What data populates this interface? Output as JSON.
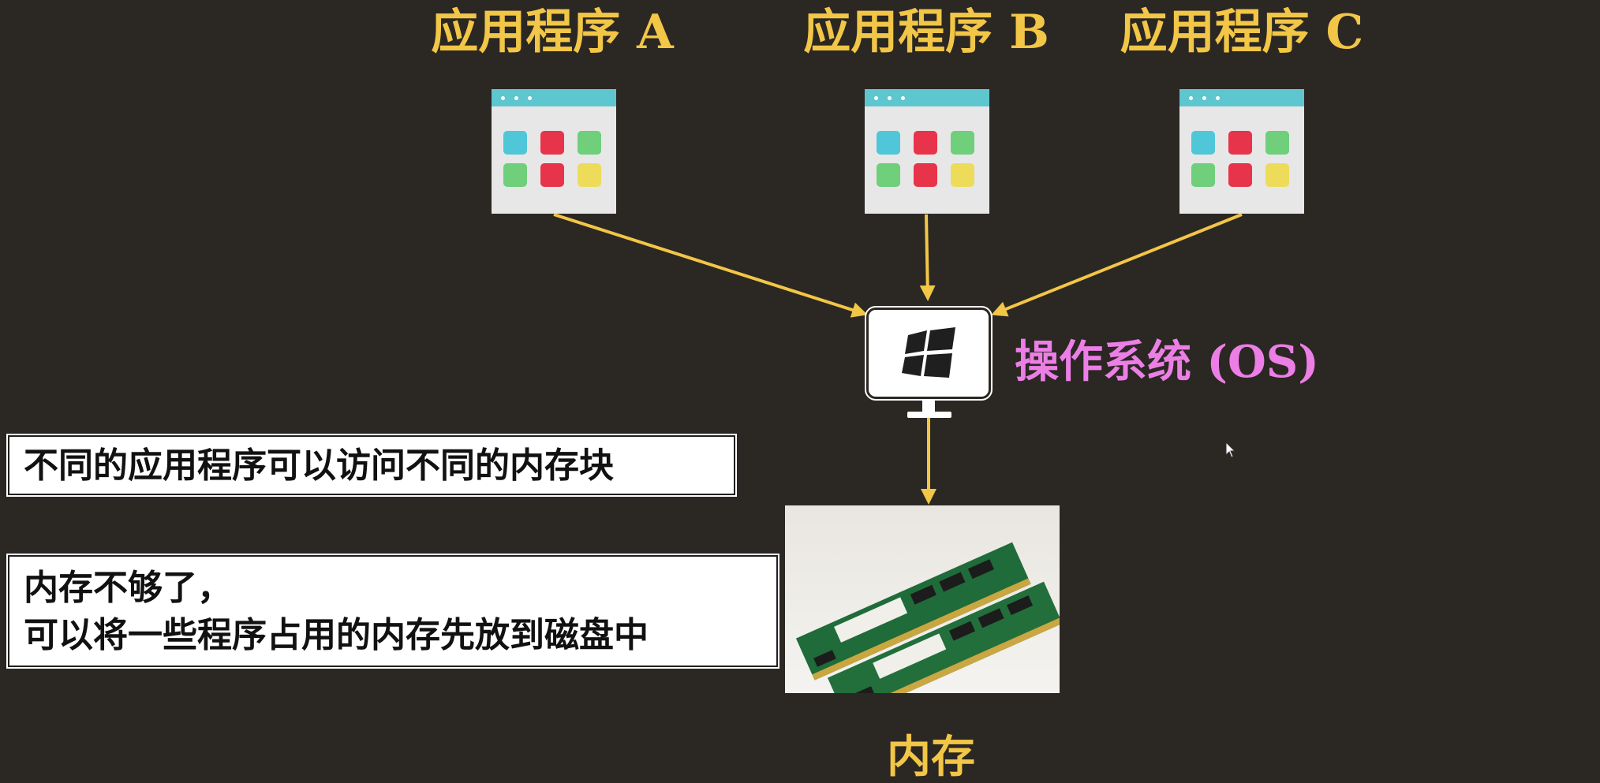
{
  "apps": [
    {
      "label": "应用程序 A"
    },
    {
      "label": "应用程序 B"
    },
    {
      "label": "应用程序 C"
    }
  ],
  "os": {
    "label": "操作系统 (OS)",
    "icon": "windows-logo-icon"
  },
  "memory": {
    "label": "内存",
    "image": "ram-modules-photo"
  },
  "notes": {
    "note1": "不同的应用程序可以访问不同的内存块",
    "note2_line1": "内存不够了，",
    "note2_line2": "可以将一些程序占用的内存先放到磁盘中"
  },
  "colors": {
    "background": "#2b2723",
    "accent_yellow": "#f2c646",
    "os_pink": "#ec7fe6",
    "tile_cyan": "#4fc7d9",
    "tile_red": "#e8344a",
    "tile_green": "#6fcf7a",
    "tile_yellow": "#ecdc5a"
  }
}
